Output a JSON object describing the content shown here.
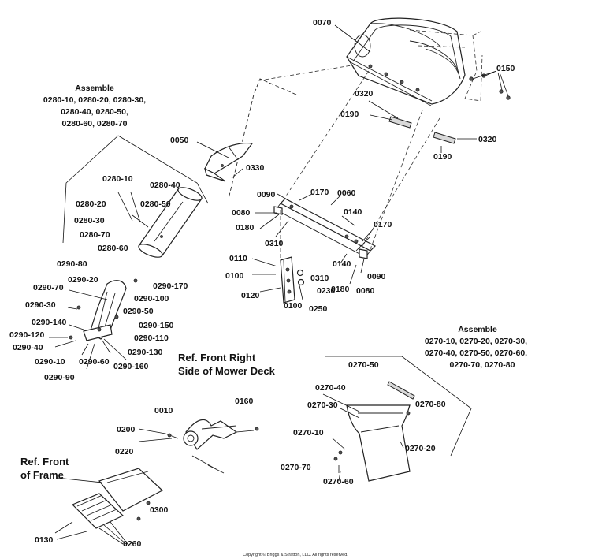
{
  "labels": {
    "l0070": "0070",
    "l0150": "0150",
    "l0320a": "0320",
    "l0190a": "0190",
    "l0320b": "0320",
    "l0190b": "0190",
    "l0050": "0050",
    "l0330": "0330",
    "l0090a": "0090",
    "l0170a": "0170",
    "l0060": "0060",
    "l0080a": "0080",
    "l0140a": "0140",
    "l0180a": "0180",
    "l0170b": "0170",
    "l0310a": "0310",
    "l0110": "0110",
    "l0140b": "0140",
    "l0100a": "0100",
    "l0310b": "0310",
    "l0090b": "0090",
    "l0230": "0230",
    "l0180b": "0180",
    "l0120": "0120",
    "l0080b": "0080",
    "l0100b": "0100",
    "l0250": "0250",
    "l0280_10": "0280-10",
    "l0280_40": "0280-40",
    "l0280_20": "0280-20",
    "l0280_50": "0280-50",
    "l0280_30": "0280-30",
    "l0280_70": "0280-70",
    "l0280_60": "0280-60",
    "l0290_80": "0290-80",
    "l0290_70": "0290-70",
    "l0290_20": "0290-20",
    "l0290_170": "0290-170",
    "l0290_100": "0290-100",
    "l0290_30": "0290-30",
    "l0290_50": "0290-50",
    "l0290_140": "0290-140",
    "l0290_150": "0290-150",
    "l0290_120": "0290-120",
    "l0290_110": "0290-110",
    "l0290_40": "0290-40",
    "l0290_130": "0290-130",
    "l0290_10": "0290-10",
    "l0290_60": "0290-60",
    "l0290_160": "0290-160",
    "l0290_90": "0290-90",
    "l0010": "0010",
    "l0200": "0200",
    "l0220": "0220",
    "l0160": "0160",
    "l0300": "0300",
    "l0130": "0130",
    "l0260": "0260",
    "l0270_50": "0270-50",
    "l0270_40": "0270-40",
    "l0270_80": "0270-80",
    "l0270_30": "0270-30",
    "l0270_10": "0270-10",
    "l0270_20": "0270-20",
    "l0270_70": "0270-70",
    "l0270_60": "0270-60"
  },
  "headers": {
    "assemble_0280": [
      "Assemble",
      "0280-10, 0280-20, 0280-30,",
      "0280-40, 0280-50,",
      "0280-60, 0280-70"
    ],
    "assemble_0270": [
      "Assemble",
      "0270-10, 0270-20, 0270-30,",
      "0270-40, 0270-50, 0270-60,",
      "0270-70, 0270-80"
    ],
    "ref_deck": [
      "Ref. Front Right",
      "Side of Mower Deck"
    ],
    "ref_frame": [
      "Ref. Front",
      "of Frame"
    ]
  },
  "copyright": "Copyright © Briggs & Stratton, LLC. All rights reserved."
}
